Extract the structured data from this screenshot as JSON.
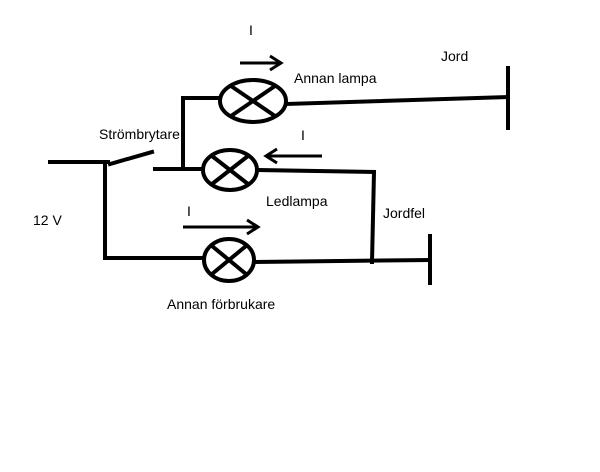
{
  "labels": {
    "annan_lampa": "Annan lampa",
    "jord": "Jord",
    "strombrytare": "Strömbrytare",
    "ledlampa": "Ledlampa",
    "jordfel": "Jordfel",
    "voltage": "12 V",
    "annan_forbrukare": "Annan förbrukare",
    "current_top": "I",
    "current_middle": "I",
    "current_bottom": "I"
  },
  "colors": {
    "line": "#000000",
    "background": "#ffffff"
  }
}
